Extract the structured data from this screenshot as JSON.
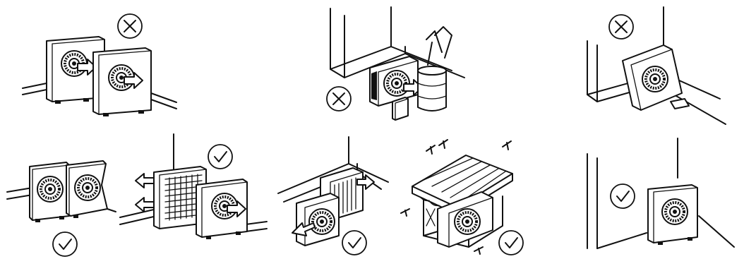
{
  "figure": {
    "panels": [
      {
        "id": "top-left",
        "status": "incorrect",
        "status_icon": "cross-circle-icon"
      },
      {
        "id": "top-center",
        "status": "incorrect",
        "status_icon": "cross-circle-icon"
      },
      {
        "id": "top-right",
        "status": "incorrect",
        "status_icon": "cross-circle-icon"
      },
      {
        "id": "bottom-side-by-side",
        "status": "correct",
        "status_icon": "check-circle-icon"
      },
      {
        "id": "bottom-with-grille",
        "status": "correct",
        "status_icon": "check-circle-icon"
      },
      {
        "id": "bottom-corner-back-to-back",
        "status": "correct",
        "status_icon": "check-circle-icon"
      },
      {
        "id": "bottom-under-canopy",
        "status": "correct",
        "status_icon": "check-circle-icon"
      },
      {
        "id": "bottom-right",
        "status": "correct",
        "status_icon": "check-circle-icon"
      }
    ],
    "colors": {
      "line": "#111111",
      "background": "#ffffff"
    }
  }
}
